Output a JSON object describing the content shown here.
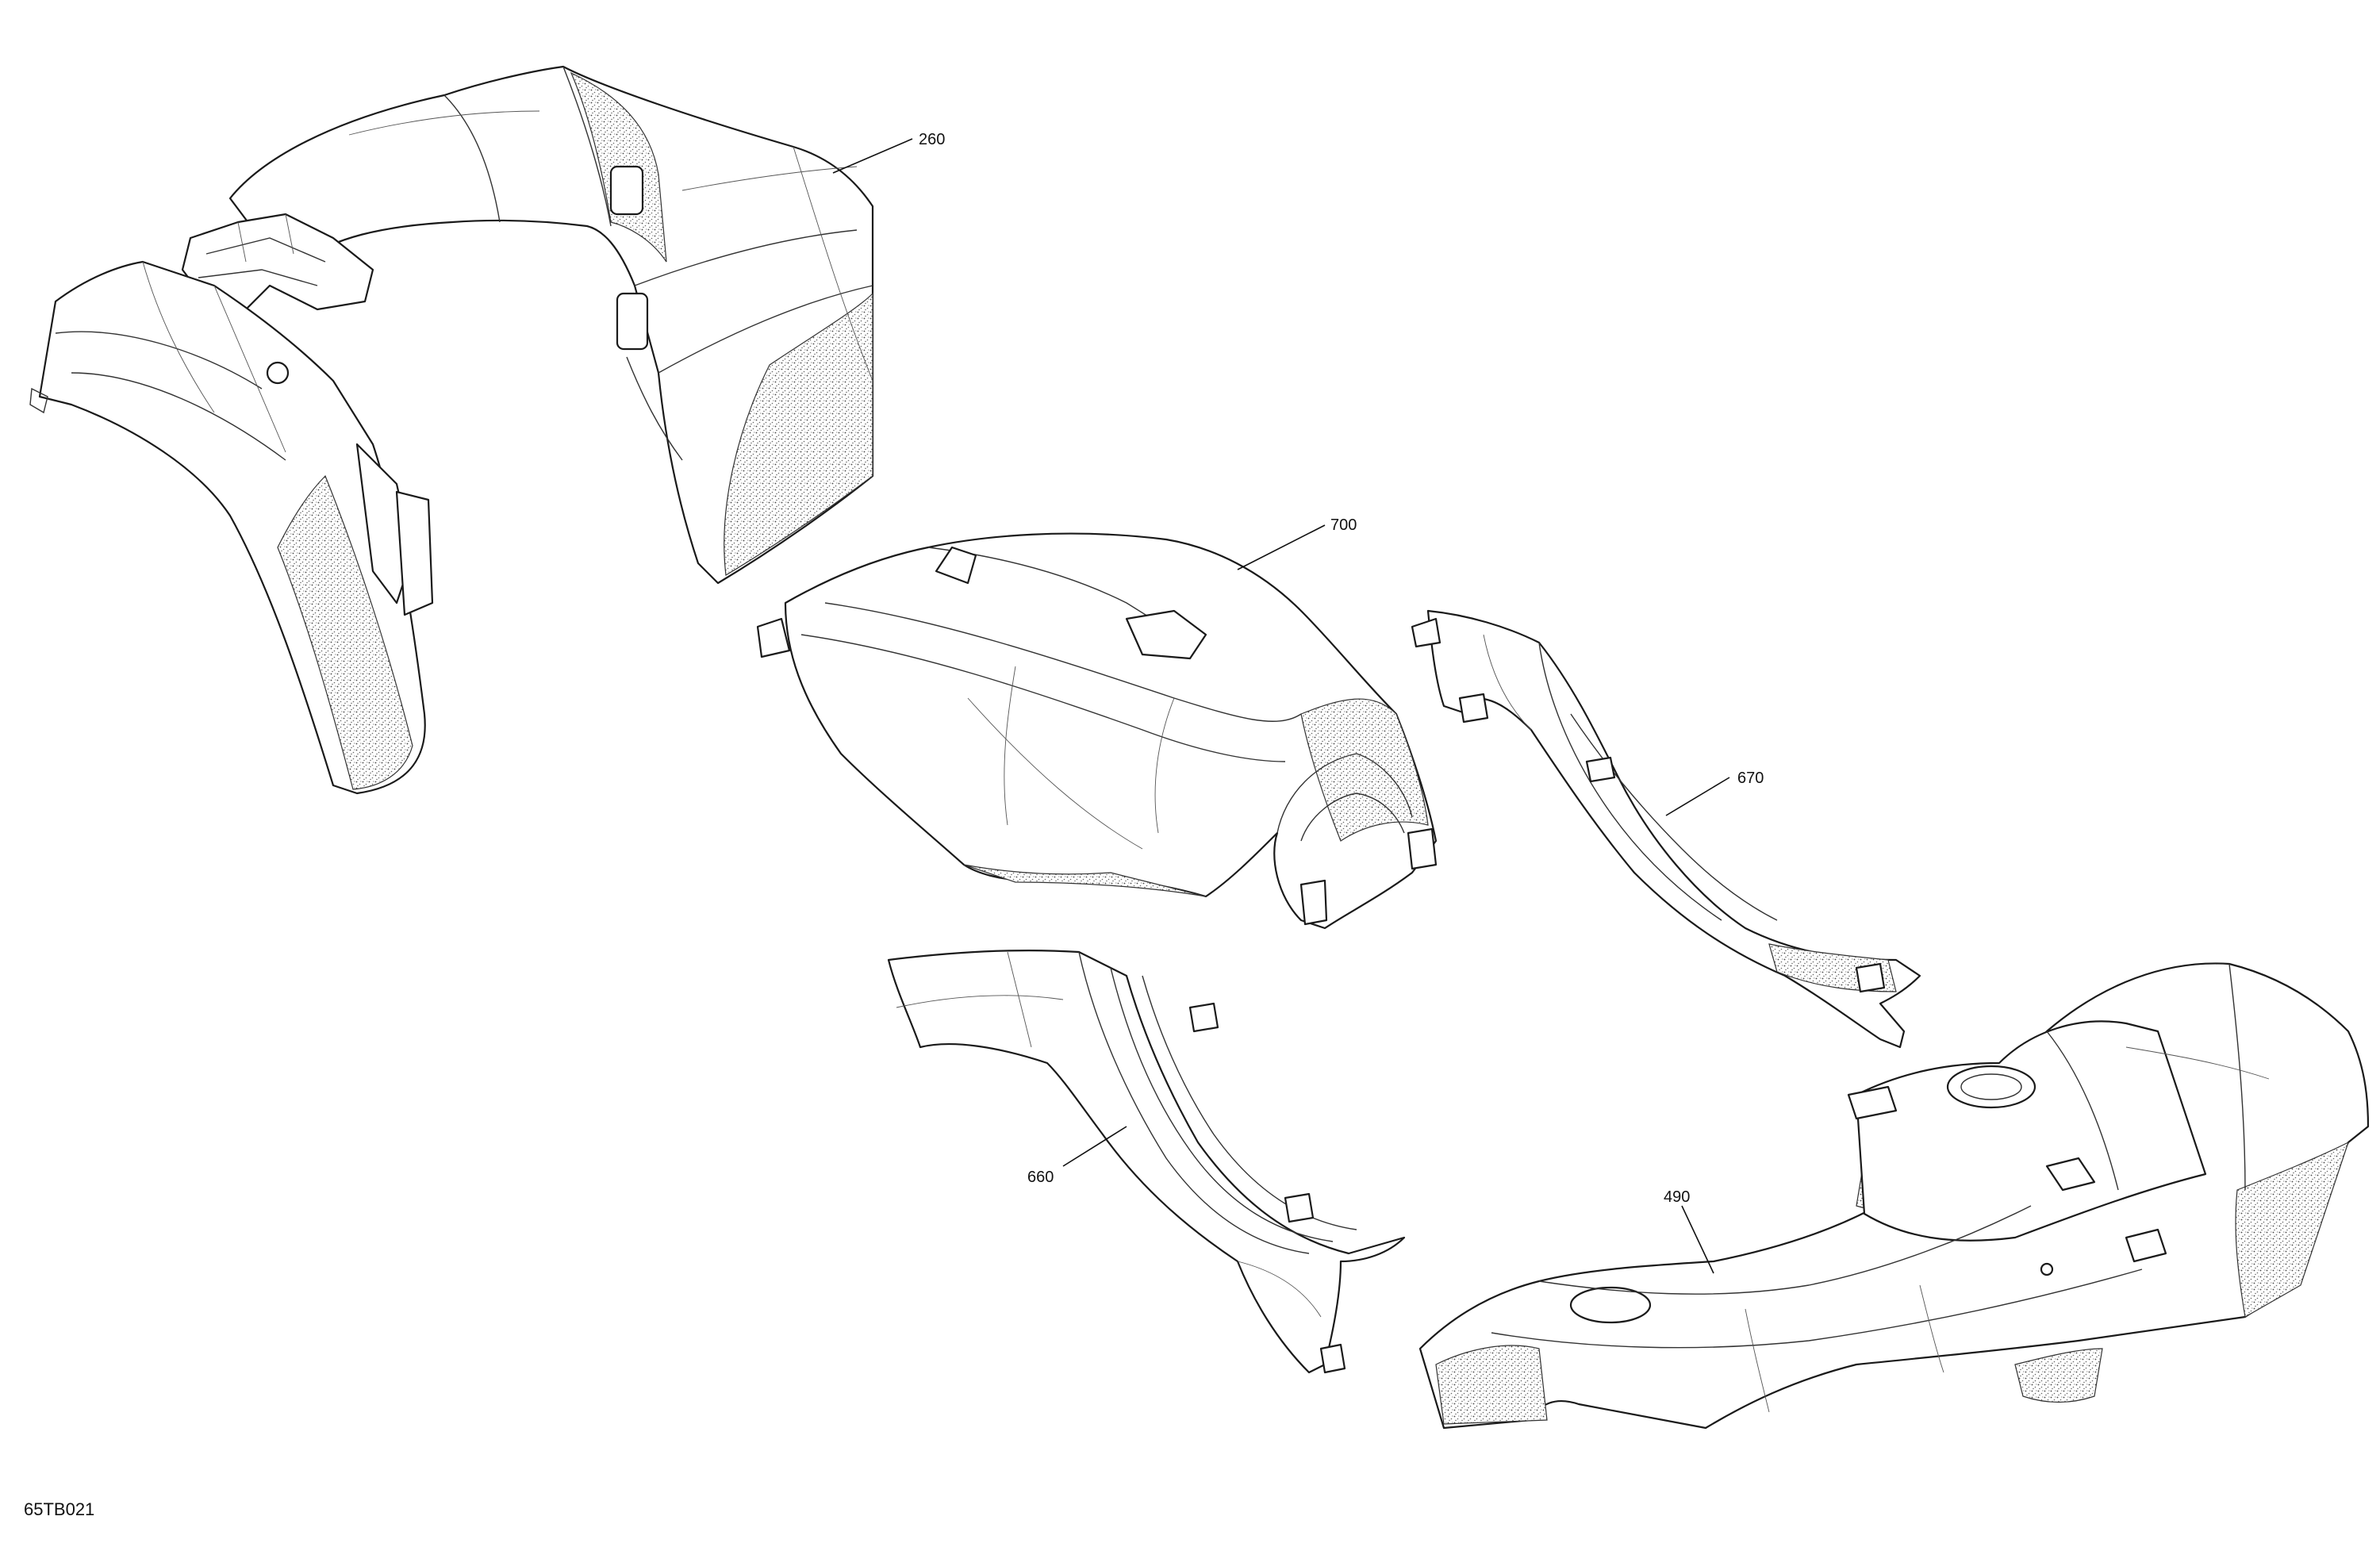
{
  "diagram": {
    "figure_code": "65TB021",
    "callouts": [
      {
        "id": "260"
      },
      {
        "id": "700"
      },
      {
        "id": "670"
      },
      {
        "id": "660"
      },
      {
        "id": "490"
      }
    ]
  }
}
